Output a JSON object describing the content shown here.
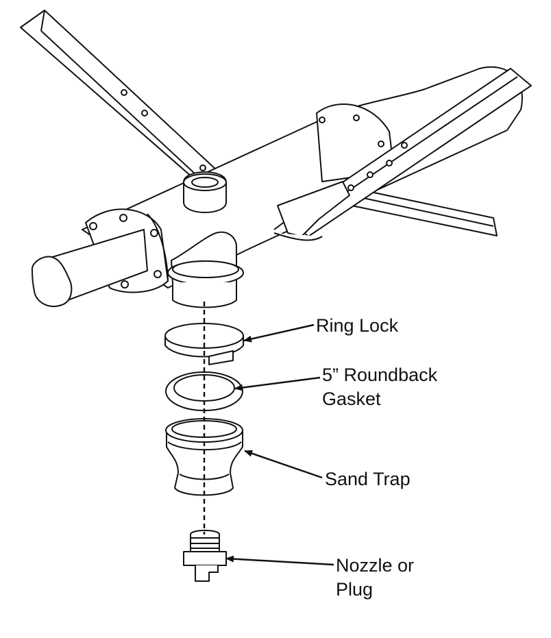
{
  "labels": {
    "ring_lock": "Ring Lock",
    "gasket_line1": "5” Roundback",
    "gasket_line2": "Gasket",
    "sand_trap": "Sand Trap",
    "nozzle_line1": "Nozzle or",
    "nozzle_line2": "Plug"
  },
  "colors": {
    "stroke": "#111111",
    "fill": "#ffffff"
  }
}
